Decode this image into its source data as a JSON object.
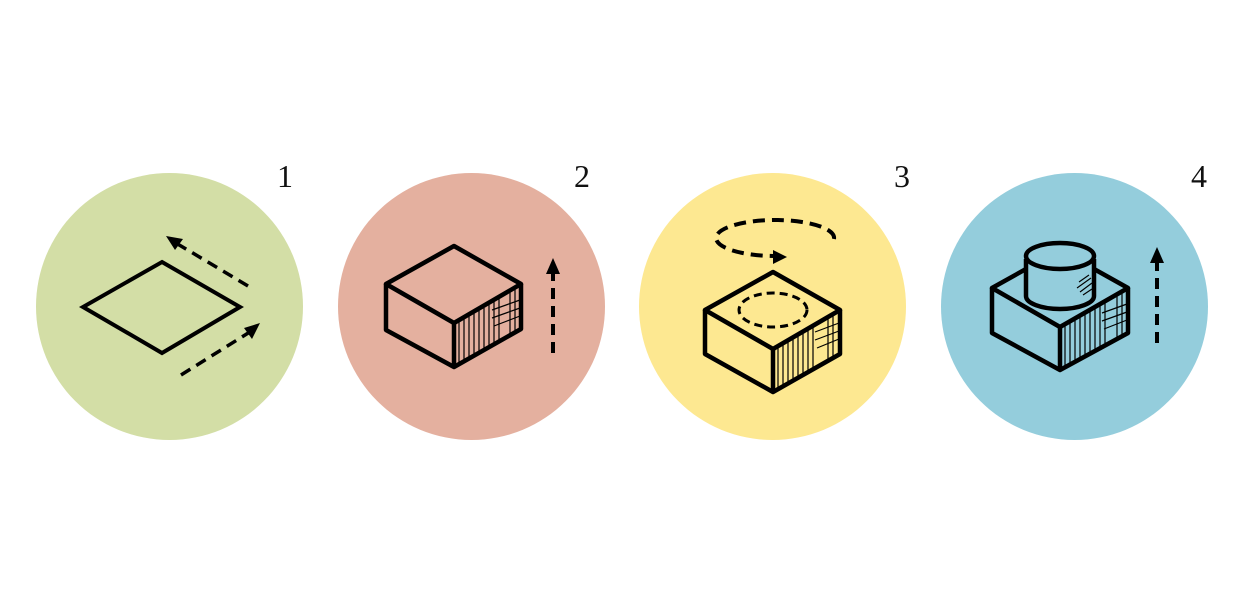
{
  "diagram": {
    "steps": [
      {
        "number": "1",
        "color": "#d3dea6",
        "icon": "sketch-plane-icon"
      },
      {
        "number": "2",
        "color": "#e4b09f",
        "icon": "extrude-box-icon"
      },
      {
        "number": "3",
        "color": "#fde891",
        "icon": "sketch-on-face-icon"
      },
      {
        "number": "4",
        "color": "#94cddc",
        "icon": "boss-extrude-icon"
      }
    ]
  }
}
